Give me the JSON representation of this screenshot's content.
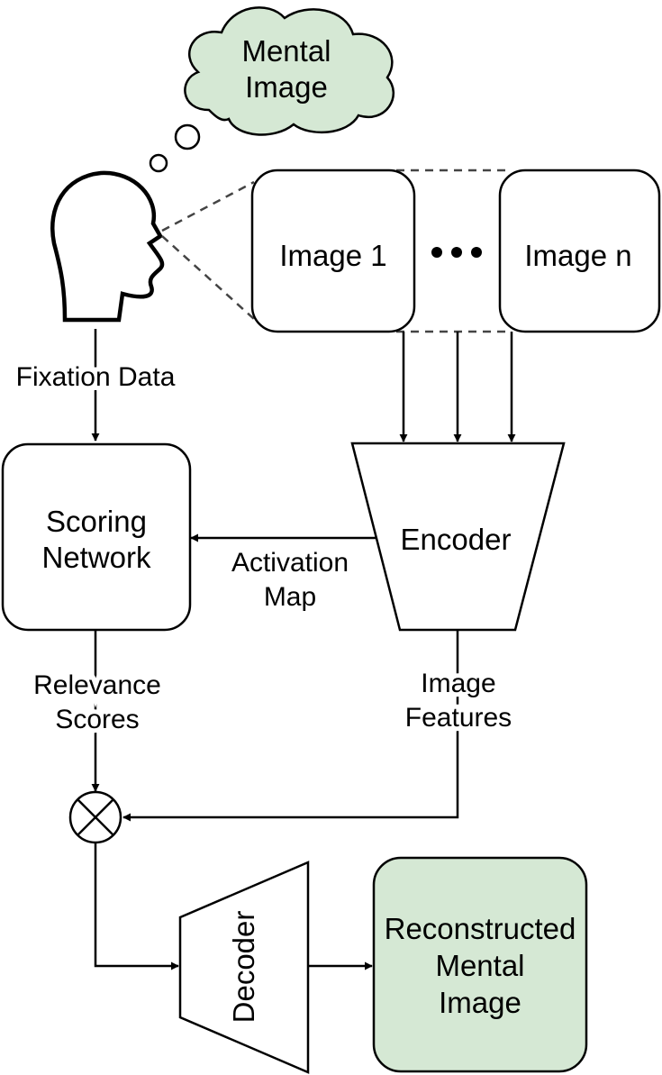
{
  "thought": {
    "line1": "Mental",
    "line2": "Image"
  },
  "images": {
    "first": "Image 1",
    "last": "Image n"
  },
  "edges": {
    "fixation": "Fixation Data",
    "activation_line1": "Activation",
    "activation_line2": "Map",
    "relevance_line1": "Relevance",
    "relevance_line2": "Scores",
    "features_line1": "Image",
    "features_line2": "Features"
  },
  "scoring": {
    "line1": "Scoring",
    "line2": "Network"
  },
  "encoder": {
    "label": "Encoder"
  },
  "decoder": {
    "label": "Decoder"
  },
  "output": {
    "line1": "Reconstructed",
    "line2": "Mental",
    "line3": "Image"
  },
  "colors": {
    "green_fill": "#d5e8d4",
    "stroke": "#000000"
  }
}
